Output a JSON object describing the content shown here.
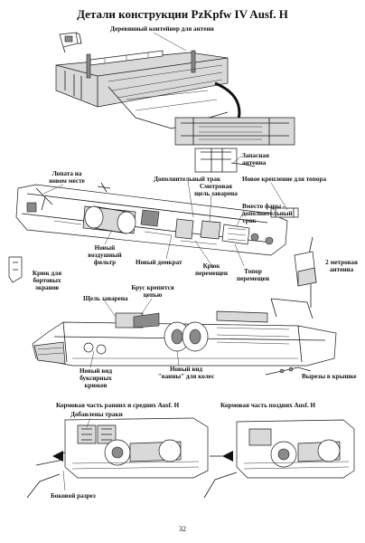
{
  "page": {
    "title": "Детали конструкции PzKpfw IV Ausf. H",
    "page_number": "32"
  },
  "labels": {
    "antenna_container": "Деревянный контейнер для антенн",
    "spare_antenna_1": "Запасная",
    "spare_antenna_2": "антенна",
    "shovel_1": "Лопата на",
    "shovel_2": "новом месте",
    "extra_track_1": "Дополнительный трак",
    "inspection_1": "Смотровая",
    "inspection_2": "щель заварена",
    "axe_mount": "Новое крепление для топора",
    "headlight_1": "Вместо фары -",
    "headlight_2": "дополнительный",
    "headlight_3": "трак",
    "new_air_1": "Новый",
    "new_air_2": "воздушный",
    "new_air_3": "фильтр",
    "new_jack": "Новый домкрат",
    "hook_moved_1": "Крюк",
    "hook_moved_2": "перемещен",
    "axe_moved_1": "Топор",
    "axe_moved_2": "перемещен",
    "antenna_2m_1": "2 метровая",
    "antenna_2m_2": "антенна",
    "hook_screens_1": "Крюк для",
    "hook_screens_2": "бортовых",
    "hook_screens_3": "экранов",
    "slot_welded": "Щель заварена",
    "beam_chain_1": "Брус крепится",
    "beam_chain_2": "цепью",
    "tow_hooks_1": "Новый вид",
    "tow_hooks_2": "буксирных",
    "tow_hooks_3": "крюков",
    "wheel_bath_1": "Новый вид",
    "wheel_bath_2": "\"ванны\" для колес",
    "cover_cuts": "Вырезы в крышке",
    "stern_early": "Кормовая часть ранних и средних Ausf. H",
    "tracks_added": "Добавлены траки",
    "stern_late": "Кормовая часть поздних Ausf. H",
    "side_cut": "Боковой разрез"
  },
  "icons": {
    "arrow": "curved-arrow-icon",
    "pointer": "pointer-arrow-icon"
  }
}
